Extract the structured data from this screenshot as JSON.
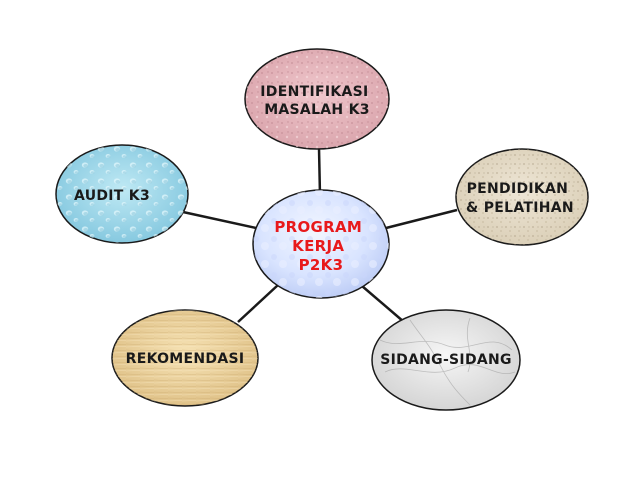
{
  "diagram": {
    "center": {
      "lines": [
        "PROGRAM",
        "KERJA",
        "P2K3"
      ],
      "text_color": "#e8191b"
    },
    "nodes": [
      {
        "id": "identifikasi",
        "lines": [
          "IDENTIFIKASI",
          "MASALAH K3"
        ],
        "texture": "pink stone"
      },
      {
        "id": "pendidikan",
        "lines": [
          "PENDIDIKAN",
          "& PELATIHAN"
        ],
        "texture": "beige granite"
      },
      {
        "id": "sidang",
        "lines": [
          "SIDANG-SIDANG"
        ],
        "texture": "white marble"
      },
      {
        "id": "rekomendasi",
        "lines": [
          "REKOMENDASI"
        ],
        "texture": "parchment"
      },
      {
        "id": "audit",
        "lines": [
          "AUDIT K3"
        ],
        "texture": "water droplets"
      }
    ],
    "node_text_color": "#1a1a1a",
    "connector_color": "#1a1a1a"
  }
}
